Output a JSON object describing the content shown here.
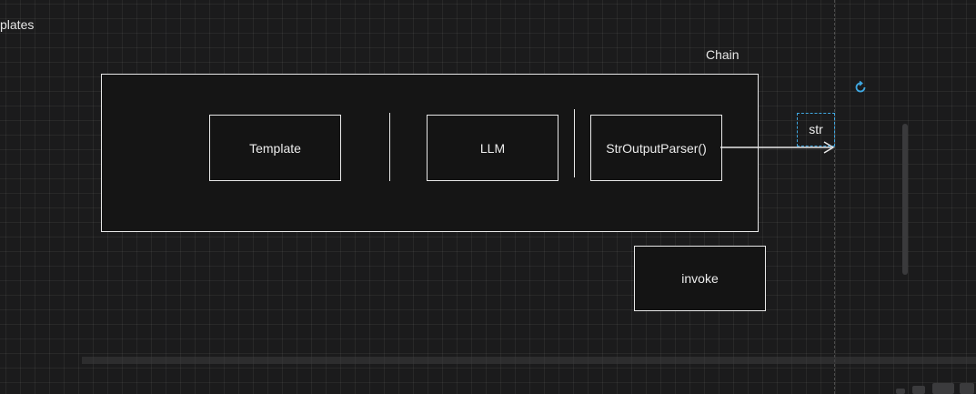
{
  "canvas": {
    "corner_text": "plates",
    "chain": {
      "label": "Chain",
      "components": [
        "Template",
        "LLM",
        "StrOutputParser()"
      ]
    },
    "output": {
      "label": "str"
    },
    "invoke": {
      "label": "invoke"
    }
  },
  "colors": {
    "background": "#1b1b1c",
    "stroke": "#e8e8e8",
    "selection": "#3fa7e0"
  },
  "icons": {
    "rotate_handle": "rotate-icon"
  }
}
